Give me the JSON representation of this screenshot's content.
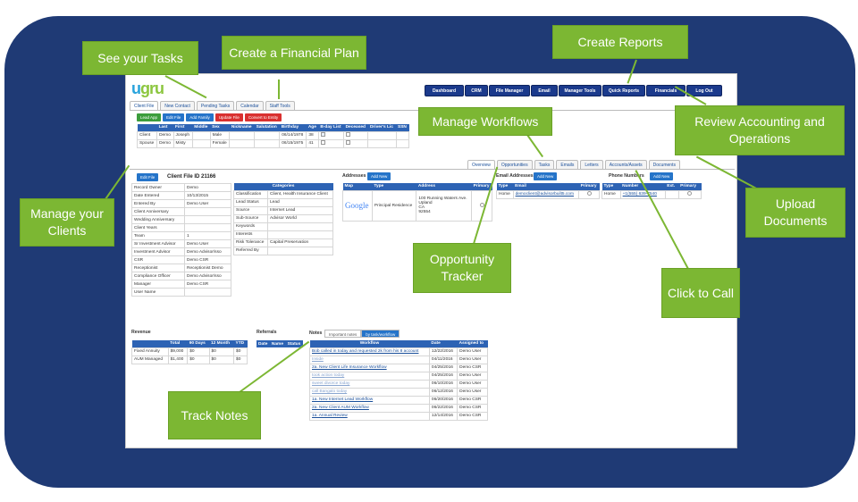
{
  "callouts": {
    "tasks": "See your Tasks",
    "financial_plan": "Create a Financial Plan",
    "reports": "Create Reports",
    "accounting": "Review Accounting and Operations",
    "workflows": "Manage Workflows",
    "clients": "Manage your Clients",
    "upload": "Upload Documents",
    "opportunity": "Opportunity Tracker",
    "call": "Click to Call",
    "notes": "Track Notes"
  },
  "app": {
    "logo": "ugru",
    "nav": [
      "Dashboard",
      "CRM",
      "File Manager",
      "Email",
      "Manager Tools",
      "Quick Reports",
      "Financials",
      "Log Out"
    ],
    "tabs": [
      "Client File",
      "New Contact",
      "Pending Tasks",
      "Calendar",
      "Staff Tools"
    ],
    "buttons": [
      "Lead App",
      "Edit File",
      "Add Family",
      "Update File",
      "Convert to Entity"
    ],
    "client_headers": [
      "",
      "Last",
      "First",
      "Middle",
      "Sex",
      "Nickname",
      "Salutation",
      "Birthday",
      "Age",
      "B-day List",
      "Deceased",
      "Driver's Lic",
      "SSN"
    ],
    "client_rows": [
      [
        "Client",
        "Demo",
        "Joseph",
        "",
        "Male",
        "",
        "",
        "06/14/1978",
        "38"
      ],
      [
        "Spouse",
        "Demo",
        "Misty",
        "",
        "Female",
        "",
        "",
        "06/15/1975",
        "41"
      ]
    ],
    "subtabs": [
      "Overview",
      "Opportunities",
      "Tasks",
      "Emails",
      "Letters",
      "Accounts/Assets",
      "Documents"
    ],
    "edit_file": "Edit File",
    "client_file_id": "Client File ID 21166",
    "attrs": [
      [
        "Record Owner",
        "Demo"
      ],
      [
        "Date Entered",
        "10/13/2015"
      ],
      [
        "Entered By",
        "Demo User"
      ],
      [
        "Client Anniversary",
        ""
      ],
      [
        "Wedding Anniversary",
        ""
      ],
      [
        "Client Years",
        ""
      ],
      [
        "Team",
        "1"
      ],
      [
        "Sr Investment Advisor",
        "Demo User"
      ],
      [
        "Investment Advisor",
        "Demo Advisor/sso"
      ],
      [
        "CSR",
        "Demo CSR"
      ],
      [
        "Receptionist",
        "Receptionist Demo"
      ],
      [
        "Compliance Officer",
        "Demo Advisor/sso"
      ],
      [
        "Manager",
        "Demo CSR"
      ],
      [
        "User Name",
        ""
      ]
    ],
    "categories_header": "Categories",
    "categories": [
      [
        "Classification",
        "Client, Health Insurance Client"
      ],
      [
        "Lead Status",
        "Lead"
      ],
      [
        "Source",
        "Internet Lead"
      ],
      [
        "Sub-Source",
        "Advisor World"
      ],
      [
        "Keywords",
        ""
      ],
      [
        "Interests",
        ""
      ],
      [
        "Risk Tolerance",
        "Capital Preservation"
      ],
      [
        "Referred By",
        ""
      ]
    ],
    "addresses_label": "Addresses",
    "add_new": "Add New",
    "addr_headers": [
      "Map",
      "Type",
      "Address",
      "Primary"
    ],
    "addr_map": "Google",
    "addr_type": "Principal Residence",
    "addr_lines": [
      "100 Running Waters Ave.",
      "Upland",
      "CA",
      "92554"
    ],
    "email_label": "Email Addresses",
    "email_headers": [
      "Type",
      "Email",
      "Primary"
    ],
    "email_type": "Home",
    "email_value": "democlient@advisorbuilt5.com",
    "phone_label": "Phone Numbers",
    "phone_headers": [
      "Type",
      "Number",
      "Ext.",
      "Primary"
    ],
    "phone_type": "Home",
    "phone_value": "+1(555) 639-7540",
    "revenue_label": "Revenue",
    "rev_headers": [
      "",
      "Total",
      "90 Days",
      "12 Month",
      "YTD"
    ],
    "rev_rows": [
      [
        "Fixed Annuity",
        "$9,000",
        "$0",
        "$0",
        "$0"
      ],
      [
        "AUM Managed",
        "$1,400",
        "$0",
        "$0",
        "$0"
      ]
    ],
    "referrals_label": "Referrals",
    "ref_headers": [
      "Date",
      "Name",
      "Status"
    ],
    "notes_label": "Notes",
    "notes_toggle": [
      "Important notes",
      "by task/workflow"
    ],
    "wf_headers": [
      "Workflow",
      "Date",
      "Assigned to"
    ],
    "wf_rows": [
      [
        "Bob called in today and requested 2k from his 8 account",
        "12/22/2016",
        "Demo User"
      ],
      [
        "Inside",
        "04/11/2016",
        "Demo User"
      ],
      [
        "2a. New Client Life Insurance Workflow",
        "04/25/2016",
        "Demo CSR"
      ],
      [
        "took action today",
        "04/25/2016",
        "Demo User"
      ],
      [
        "sweet divorce today",
        "06/10/2016",
        "Demo User"
      ],
      [
        "call Bangalo today",
        "06/12/2016",
        "Demo User"
      ],
      [
        "1a. New Internet Lead Workflow",
        "06/20/2016",
        "Demo CSR"
      ],
      [
        "2a. New Client AUM Workflow",
        "06/22/2016",
        "Demo CSR"
      ],
      [
        "1a. Annual Review",
        "12/14/2016",
        "Demo CSR"
      ]
    ]
  }
}
